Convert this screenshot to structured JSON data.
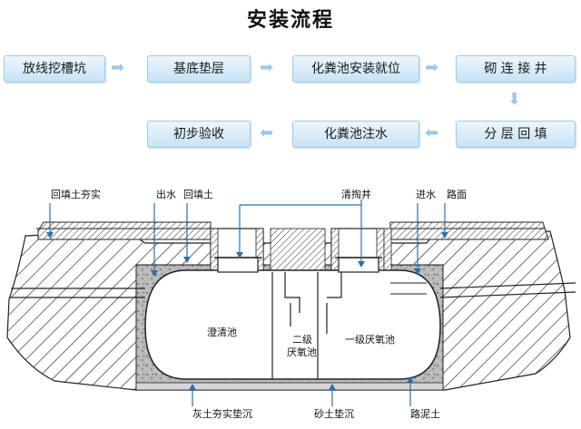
{
  "title": "安装流程",
  "steps": {
    "s1": "放线挖槽坑",
    "s2": "基底垫层",
    "s3": "化粪池安装就位",
    "s4": "砌 连 接 井",
    "s5": "分 层 回 填",
    "s6": "化粪池注水",
    "s7": "初步验收"
  },
  "labels": {
    "backfill_tamp": "回填土夯实",
    "outlet": "出水",
    "backfill": "回填土",
    "cleanout_well": "清掏井",
    "inlet": "进水",
    "road_surface": "路面",
    "clarifier": "澄清池",
    "secondary_anaerobic_1": "二级",
    "secondary_anaerobic_2": "厌氧池",
    "primary_anaerobic": "一级厌氧池",
    "lime_soil": "灰土夯实垫沉",
    "sand_soil": "砂土垫沉",
    "roadbed_soil": "路泥土"
  },
  "colors": {
    "step_fill": "#c6e2f6",
    "arrow": "#9cc8e8",
    "concrete": "#b8b8b8",
    "hatch": "#222222"
  }
}
